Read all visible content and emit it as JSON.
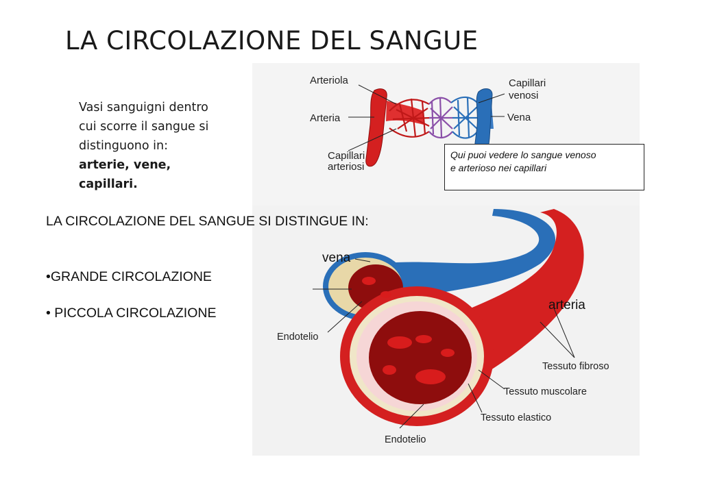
{
  "title": "LA CIRCOLAZIONE DEL SANGUE",
  "intro": {
    "line1": "Vasi sanguigni dentro",
    "line2": "cui scorre il sangue si",
    "line3": "distinguono in:",
    "bold1": "arterie, vene,",
    "bold2": "capillari."
  },
  "caption": {
    "line1": "Qui puoi vedere lo sangue venoso",
    "line2": "e arterioso nei capillari"
  },
  "circulation": {
    "heading": "LA CIRCOLAZIONE DEL SANGUE SI DISTINGUE IN:",
    "item1": "•GRANDE CIRCOLAZIONE",
    "item2": "• PICCOLA CIRCOLAZIONE"
  },
  "capillary_diagram": {
    "arteriola": "Arteriola",
    "arteria": "Arteria",
    "capillari_arteriosi_1": "Capillari",
    "capillari_arteriosi_2": "arteriosi",
    "capillari_venosi_1": "Capillari",
    "capillari_venosi_2": "venosi",
    "vena": "Vena"
  },
  "vessel_diagram": {
    "vena": "vena",
    "arteria": "arteria",
    "endotelio_top": "Endotelio",
    "tessuto_fibroso": "Tessuto fibroso",
    "tessuto_muscolare": "Tessuto muscolare",
    "tessuto_elastico": "Tessuto elastico",
    "endotelio_bottom": "Endotelio"
  },
  "colors": {
    "artery": "#d42020",
    "vein": "#2a6fb8",
    "blood_dark": "#8e0d0d"
  }
}
